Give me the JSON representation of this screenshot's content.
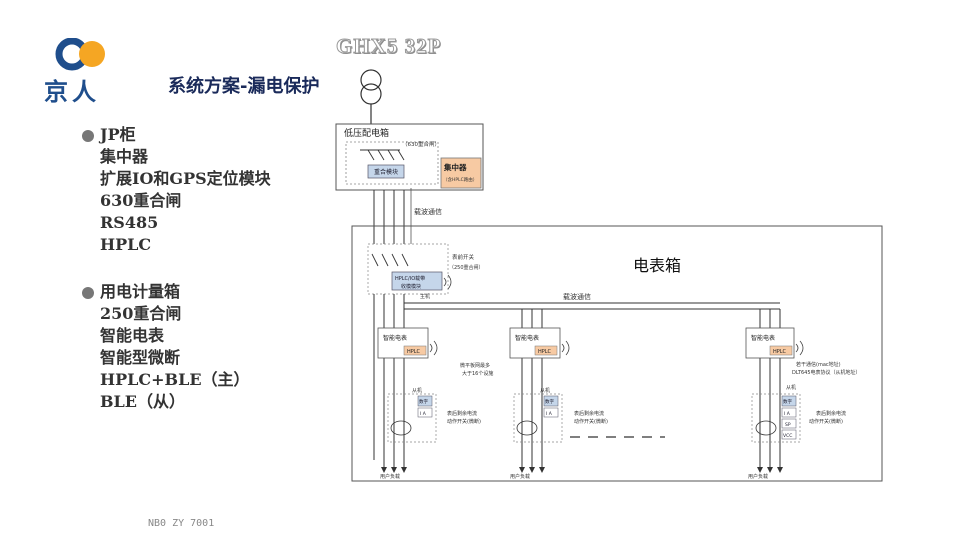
{
  "header": {
    "logo_text": "京人",
    "top_title": "GHX5 32P",
    "page_title": "系统方案-漏电保护"
  },
  "left_panel": {
    "groups": [
      {
        "title": "JP柜",
        "items": [
          "集中器",
          "扩展IO和GPS定位模块",
          "630重合闸",
          "RS485",
          "HPLC"
        ]
      },
      {
        "title": "用电计量箱",
        "items": [
          "250重合闸",
          "智能电表",
          "智能型微断",
          "HPLC+BLE（主）",
          "BLE（从）"
        ]
      }
    ]
  },
  "diagram": {
    "low_voltage_box": "低压配电箱",
    "breaker_630": "（630重合闸）",
    "module_label": "重合模块",
    "concentrator": "集中器",
    "concentrator_sub": "（含HPLC路由）",
    "carrier_top": "载波通信",
    "meter_box_title": "电表箱",
    "main_switch_label": "表前开关",
    "main_switch_sub": "（250重合闸）",
    "hplc_module_1": "HPLC/IO载带",
    "hplc_module_2": "收模模块",
    "master_label": "主机",
    "carrier_mid": "载波通信",
    "meter_label": "智能电表",
    "meter_tag": "HPLC",
    "meter_tag_3": "HPLC",
    "note_max": "微平板网最多",
    "note_max_2": "大于16个设施",
    "note_right": "若干通信(mac地址)",
    "note_right_2": "DLT645电表协议（从机地址）",
    "slave_label": "从机",
    "digital_label": "数字",
    "ia_label": "I A",
    "sp_label": "SP",
    "vcc_label": "VCC",
    "breaker_text_1": "表后剩余电流",
    "breaker_text_2": "动作开关(微断)",
    "user_load": "用户负载"
  },
  "footer": {
    "text": "NB0 ZY 7001"
  },
  "colors": {
    "accent_orange": "#f5a623",
    "accent_blue": "#1f4e8c",
    "concentrator_fill": "#f7caa3",
    "module_fill": "#c5d6ea",
    "tag_fill": "#f7caa3"
  }
}
